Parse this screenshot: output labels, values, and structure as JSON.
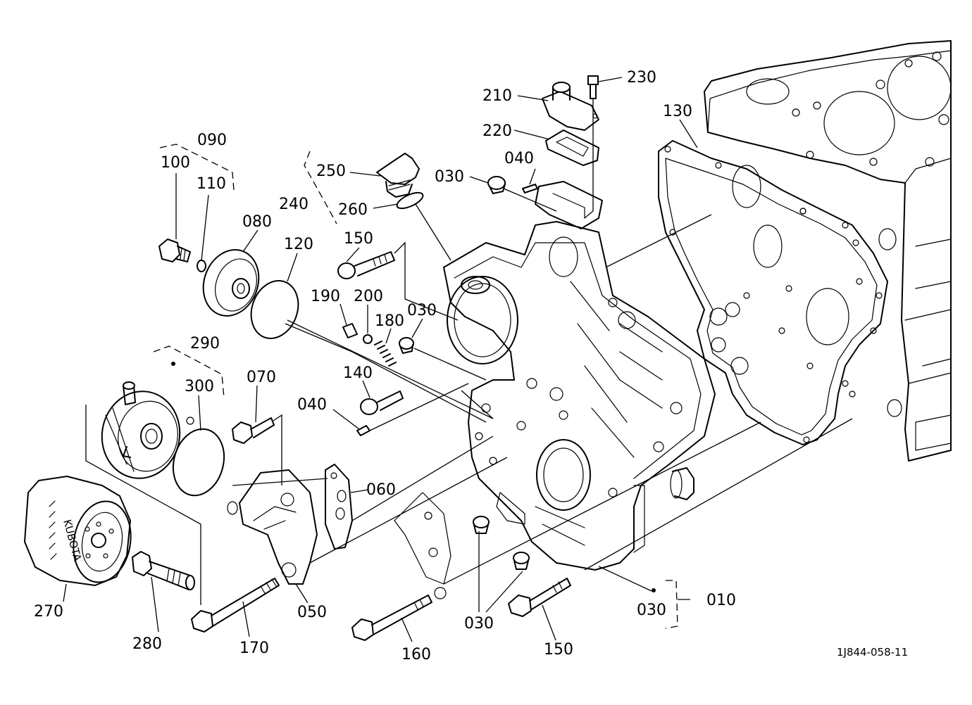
{
  "labels": {
    "p010": "010",
    "p030_bottom": "030",
    "p030_cap": "030",
    "p030_plug_left": "030",
    "p030_plug_mid": "030",
    "p030_group": "030",
    "p040_top": "040",
    "p040_left": "040",
    "p050": "050",
    "p060": "060",
    "p070": "070",
    "p080": "080",
    "p090": "090",
    "p100": "100",
    "p110": "110",
    "p120": "120",
    "p130": "130",
    "p140": "140",
    "p150_top": "150",
    "p150_bottom": "150",
    "p160": "160",
    "p170": "170",
    "p180": "180",
    "p190": "190",
    "p200": "200",
    "p210": "210",
    "p220": "220",
    "p230": "230",
    "p240": "240",
    "p250": "250",
    "p260": "260",
    "p270": "270",
    "p280": "280",
    "p290": "290",
    "p300": "300"
  },
  "drawing_reference": "1J844-058-11",
  "filter_brand_text": "KUBOTA"
}
